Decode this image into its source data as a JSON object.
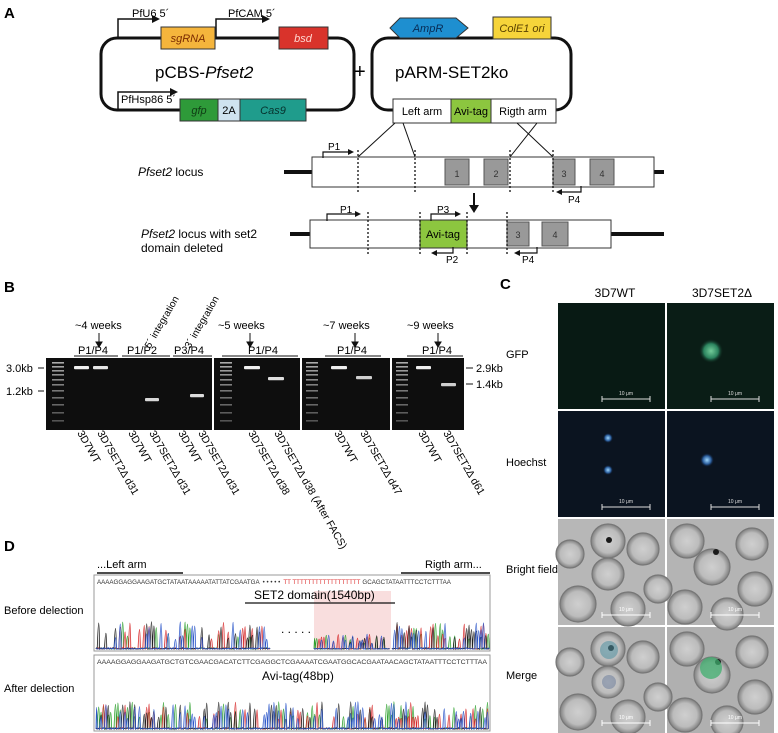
{
  "panel_a": {
    "label": "A",
    "plasmid1": {
      "name_prefix": "pCBS-",
      "name_gene": "Pfset2",
      "promoters": [
        "PfU6 5´",
        "PfCAM 5´",
        "PfHsp86 5´"
      ],
      "genes": [
        "sgRNA",
        "bsd",
        "gfp",
        "2A",
        "Cas9"
      ]
    },
    "plus": "+",
    "plasmid2": {
      "name": "pARM-SET2ko",
      "genes": [
        "AmpR",
        "ColE1 ori"
      ],
      "segments": [
        "Left arm",
        "Avi-tag",
        "Rigth arm"
      ]
    },
    "locus": {
      "gene": "Pfset2",
      "suffix": " locus",
      "exons": [
        "1",
        "2",
        "3",
        "4"
      ],
      "primers": [
        "P1",
        "P4"
      ]
    },
    "deleted_locus": {
      "gene": "Pfset2",
      "line1_suffix": " locus with set2",
      "line2": "domain deleted",
      "avi": "Avi-tag",
      "exons": [
        "3",
        "4"
      ],
      "primers": [
        "P1",
        "P3",
        "P2",
        "P4"
      ]
    }
  },
  "panel_b": {
    "label": "B",
    "markers_left": [
      "3.0kb",
      "1.2kb"
    ],
    "markers_right": [
      "2.9kb",
      "1.4kb"
    ],
    "timepoints": [
      "~4 weeks",
      "~5 weeks",
      "~7 weeks",
      "~9 weeks"
    ],
    "integration_labels": [
      "5´ integration",
      "3´ integration"
    ],
    "primer_pairs": [
      "P1/P4",
      "P1/P2",
      "P3/P4",
      "P1/P4",
      "P1/P4",
      "P1/P4"
    ],
    "lanes": [
      "3D7WT",
      "3D7SET2Δ d31",
      "3D7WT",
      "3D7SET2Δ d31",
      "3D7WT",
      "3D7SET2Δ d31",
      "3D7SET2Δ d38",
      "3D7SET2Δ d38 (After FACS)",
      "3D7WT",
      "3D7SET2Δ d47",
      "3D7WT",
      "3D7SET2Δ d61"
    ]
  },
  "panel_c": {
    "label": "C",
    "columns": [
      "3D7WT",
      "3D7SET2Δ"
    ],
    "rows": [
      "GFP",
      "Hoechst",
      "Bright field",
      "Merge"
    ],
    "scale_bar": "10 μm"
  },
  "panel_d": {
    "label": "D",
    "left_arm": "...Left arm",
    "right_arm": "Rigth arm...",
    "before_label": "Before delection",
    "after_label": "After delection",
    "set2_label": "SET2 domain(1540bp)",
    "avi_label": "Avi-tag(48bp)",
    "ellipsis": ". . . . .",
    "seq_before_left": "AAAAGGAGGAAGATGCTATAATAAAAATATTATCGAATGA",
    "seq_before_dots": "• • • • •",
    "seq_before_mid": "TT TTTTTTTTTTTTTTTTTT",
    "seq_before_right": "GCAGCTATAATTTCCTCTTTAA",
    "seq_after": "AAAAGGAGGAAGATGCTGTCGAACGACATCTTCGAGGCTCGAAAATCGAATGGCACGAATAACAGCTATAATTTCCTCTTTAA"
  },
  "colors": {
    "sgRNA": "#f5b53c",
    "bsd": "#d9332b",
    "gfp": "#2e9a39",
    "t2a": "#cfe3ef",
    "Cas9": "#1f9c8c",
    "AmpR": "#1e8fd0",
    "ColE1": "#f6d43a",
    "Avi": "#8cc63f",
    "exon": "#999999"
  }
}
